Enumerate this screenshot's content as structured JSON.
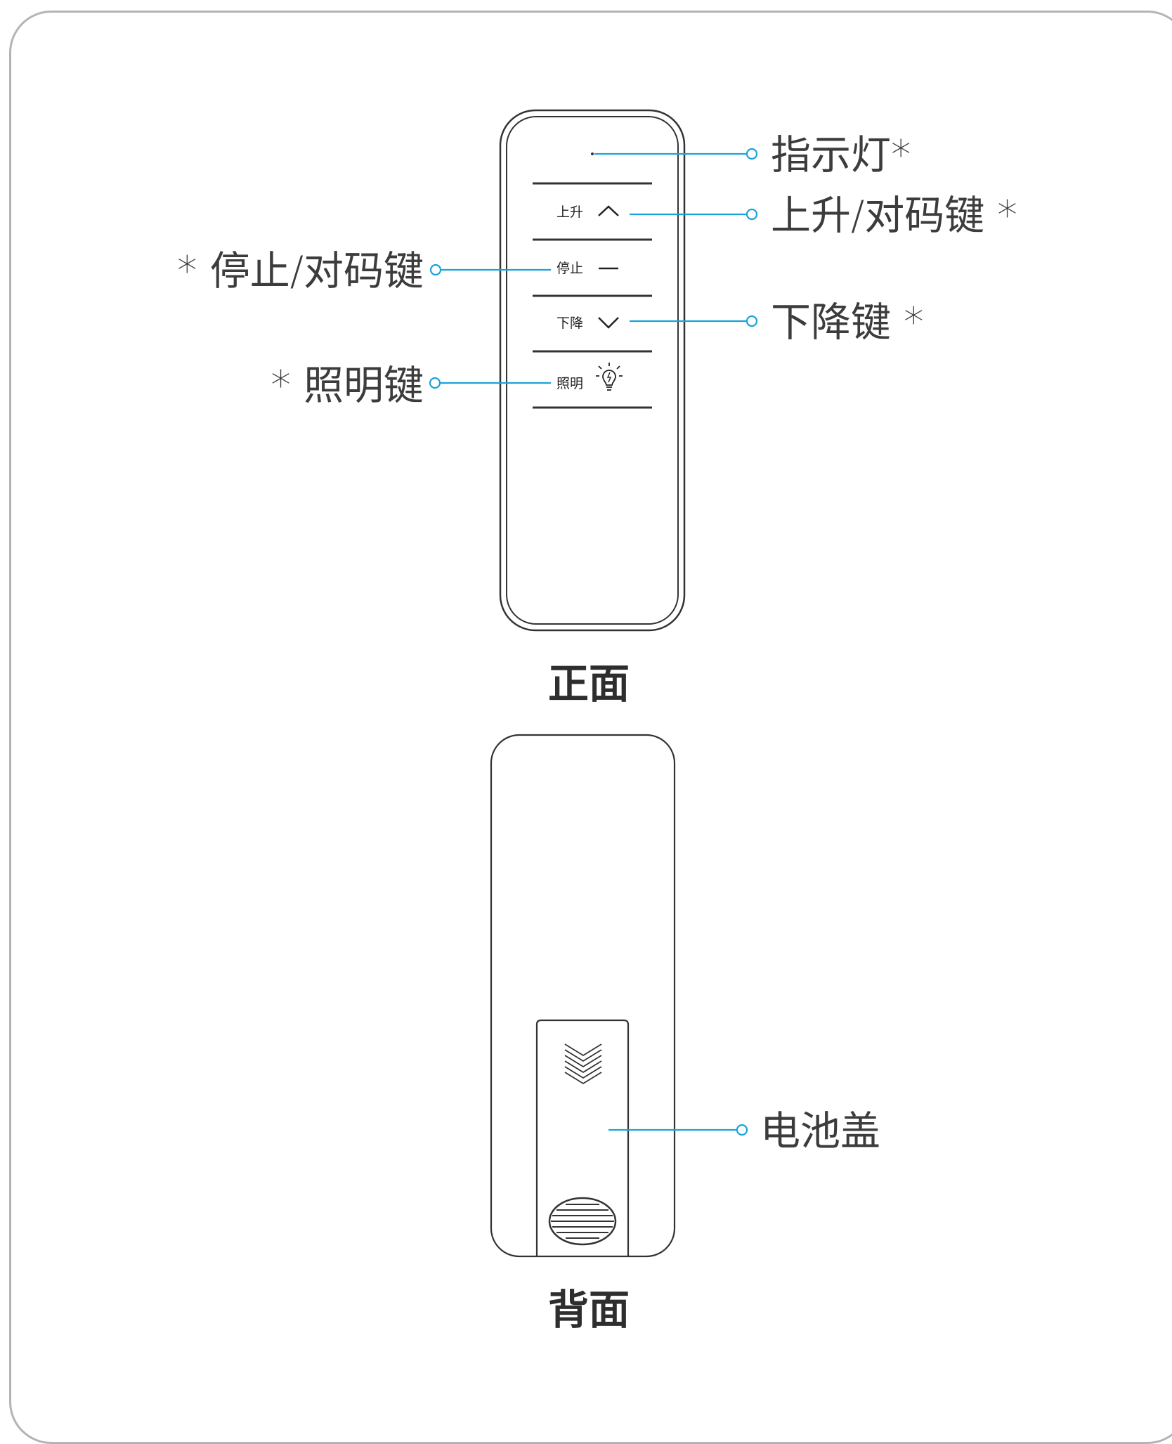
{
  "front": {
    "caption": "正面",
    "buttons": {
      "up": "上升",
      "stop": "停止",
      "down": "下降",
      "light": "照明"
    },
    "callouts": {
      "indicator": "指示灯*",
      "up_pair": "上升/对码键 *",
      "stop_pair": "* 停止/对码键",
      "down": "下降键 *",
      "light": "* 照明键"
    }
  },
  "back": {
    "caption": "背面",
    "callouts": {
      "battery_cover": "电池盖"
    }
  },
  "colors": {
    "leader_line": "#1aa3d9",
    "outline": "#333333",
    "frame": "#b4b4b4"
  },
  "icons": [
    "arrow-up-icon",
    "minus-icon",
    "arrow-down-icon",
    "light-bulb-icon",
    "chevron-stack-icon",
    "speaker-grille-icon"
  ]
}
